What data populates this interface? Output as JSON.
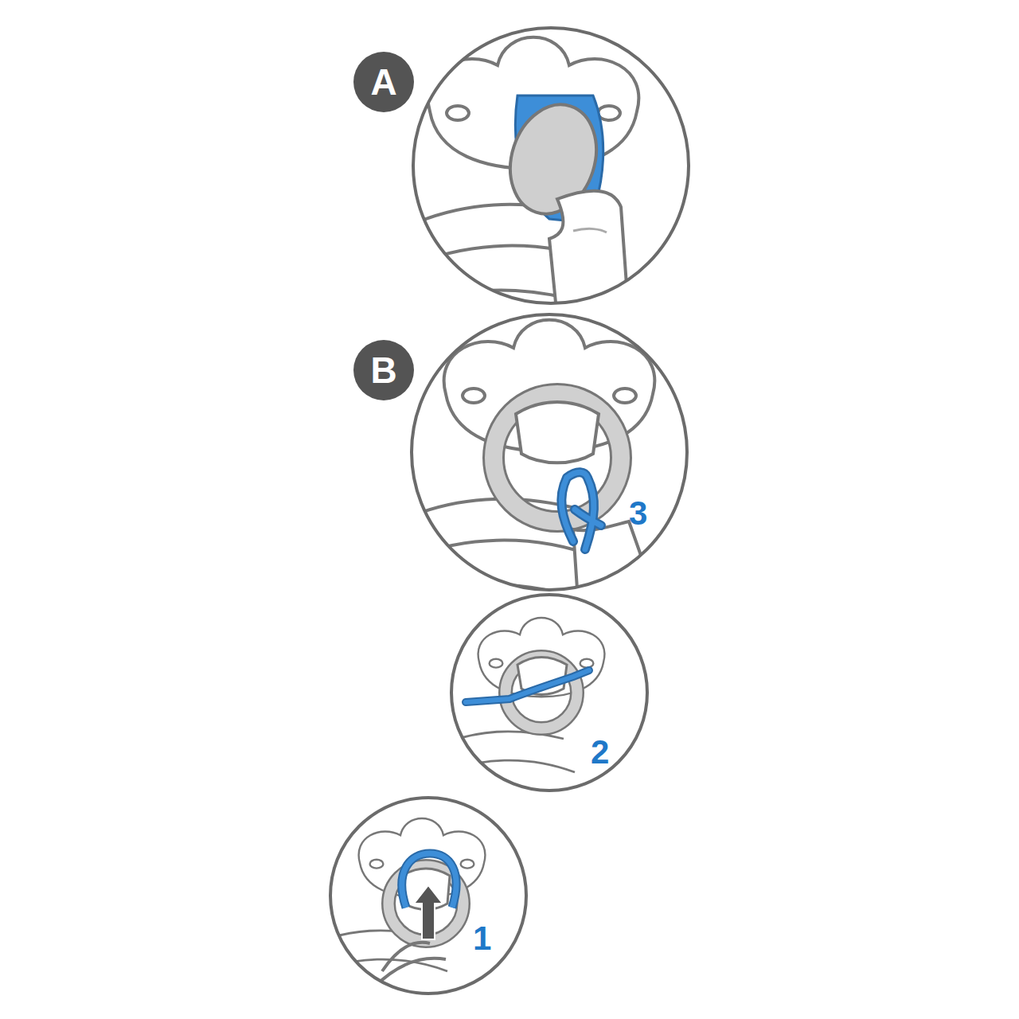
{
  "diagram": {
    "nodes": [
      {
        "text": [
          "A"
        ]
      },
      {
        "text": [
          "B"
        ]
      }
    ],
    "labels": [
      "3",
      "2",
      "1"
    ]
  }
}
